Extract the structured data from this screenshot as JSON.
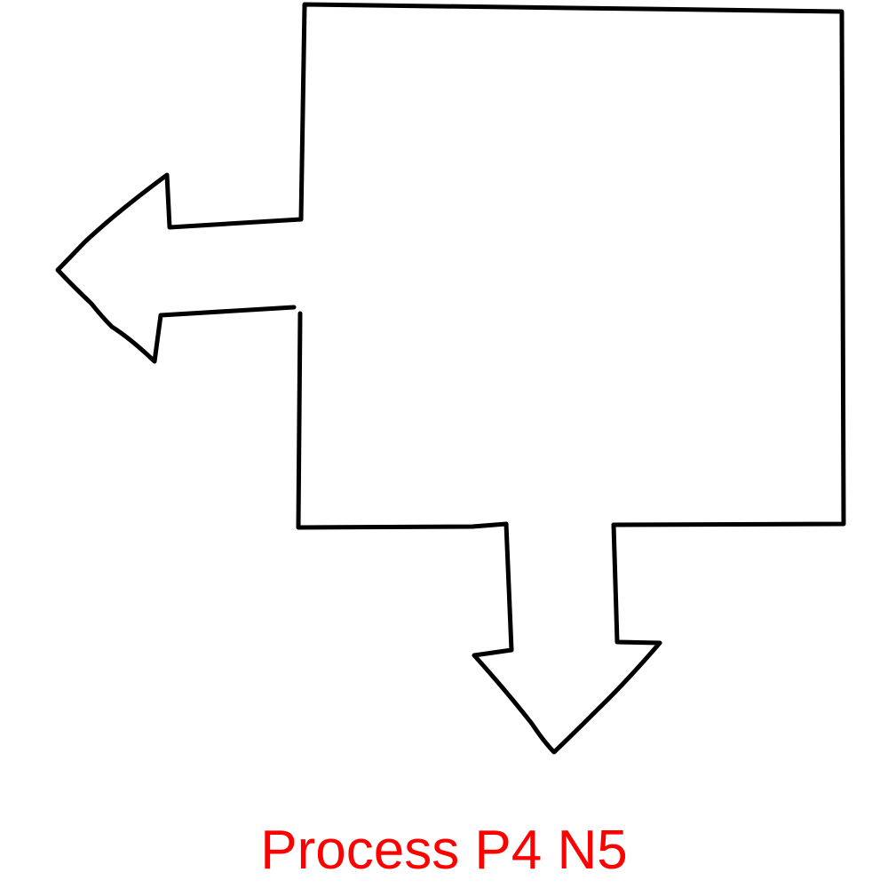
{
  "caption": {
    "text": "Process P4 N5",
    "color": "#ff0000"
  },
  "shape": {
    "kind": "process-box-with-two-outlet-arrows",
    "outlets": [
      "left-arrow",
      "down-arrow"
    ],
    "stroke_color": "#000000"
  }
}
